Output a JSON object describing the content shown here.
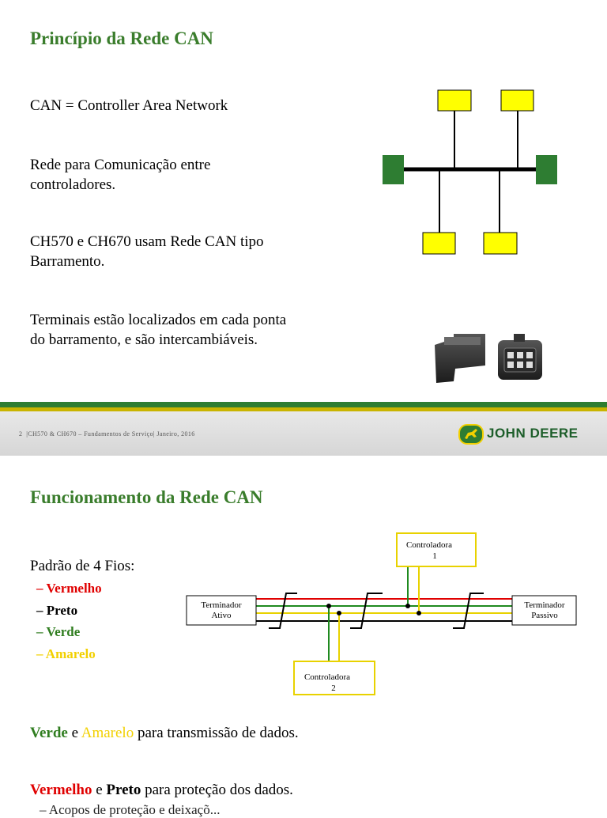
{
  "slide1": {
    "title": "Princípio da Rede CAN",
    "bullets": [
      "CAN = Controller Area Network",
      "Rede para Comunicação entre",
      "controladores.",
      "CH570 e CH670 usam Rede CAN tipo",
      "Barramento.",
      "Terminais estão localizados em cada ponta",
      "do barramento, e são intercambiáveis."
    ]
  },
  "footer": {
    "page": "2",
    "text": "CH570 & CH670 – Fundamentos de Serviço| Janeiro, 2016",
    "logo": "JOHN DEERE"
  },
  "slide2": {
    "title": "Funcionamento da Rede CAN",
    "wire_standard": "Padrão de 4 Fios:",
    "wires": [
      {
        "label": "– Vermelho",
        "color": "#e00000"
      },
      {
        "label": "– Preto",
        "color": "#000000"
      },
      {
        "label": "– Verde",
        "color": "#2f7d1f"
      },
      {
        "label": "– Amarelo",
        "color": "#f2d000"
      }
    ],
    "line1": {
      "w1": "Verde",
      "mid": " e ",
      "w2": "Amarelo",
      "rest": " para transmissão de dados."
    },
    "line2": {
      "w1": "Vermelho",
      "mid": " e ",
      "w2": "Preto",
      "rest": " para proteção dos dados."
    },
    "line3": "– Acopos de proteção e deixaçõ...",
    "diagram": {
      "controller1": [
        "Controladora",
        "1"
      ],
      "controller2": [
        "Controladora",
        "2"
      ],
      "term_active": [
        "Terminador",
        "Ativo"
      ],
      "term_passive": [
        "Terminador",
        "Passivo"
      ]
    }
  },
  "colors": {
    "title": "#3a7d2c",
    "node": "#ffff00",
    "terminal": "#2e7d32"
  }
}
